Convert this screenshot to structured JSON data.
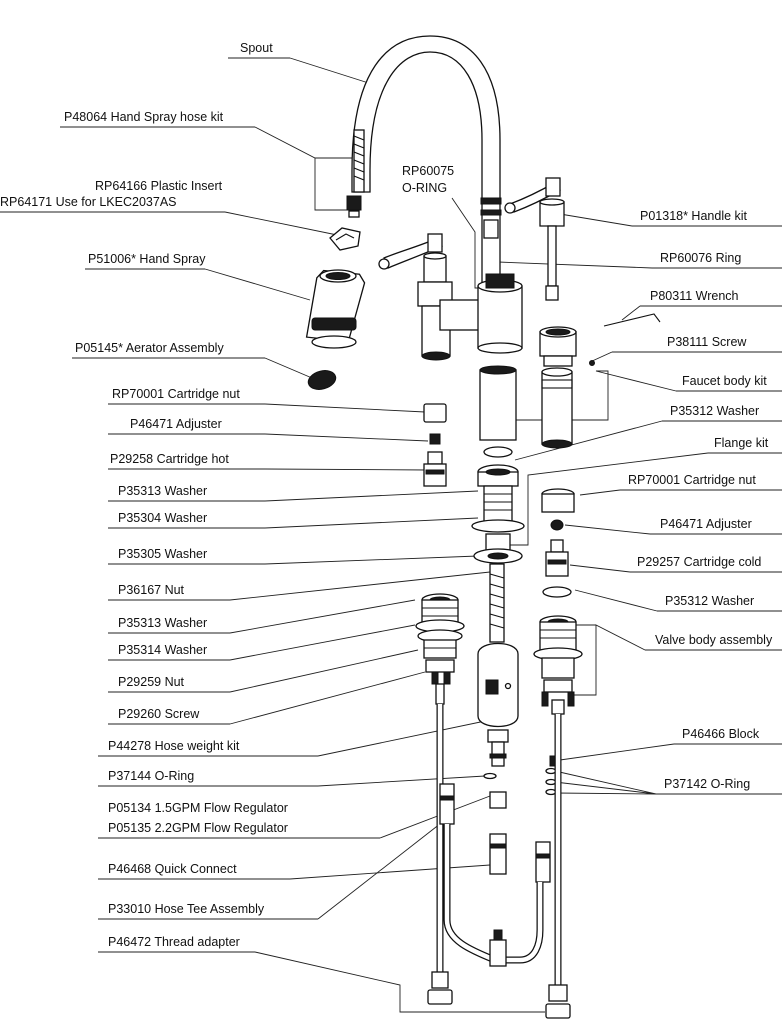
{
  "labels": {
    "spout": "Spout",
    "hand_spray_hose_kit": "P48064 Hand Spray hose kit",
    "plastic_insert_1": "RP64166 Plastic Insert",
    "plastic_insert_2": "RP64171 Use for LKEC2037AS",
    "hand_spray": "P51006*  Hand Spray",
    "aerator": "P05145* Aerator Assembly",
    "cartridge_nut_left": "RP70001 Cartridge nut",
    "adjuster_left": "P46471 Adjuster",
    "cartridge_hot": "P29258 Cartridge hot",
    "washer_35313_a": "P35313 Washer",
    "washer_35304": "P35304 Washer",
    "washer_35305": "P35305 Washer",
    "nut_36167": "P36167 Nut",
    "washer_35313_b": "P35313 Washer",
    "washer_35314": "P35314 Washer",
    "nut_29259": "P29259 Nut",
    "screw_29260": "P29260 Screw",
    "hose_weight": "P44278 Hose weight kit",
    "oring_37144": "P37144 O-Ring",
    "flow_reg_1": "P05134 1.5GPM Flow Regulator",
    "flow_reg_2": "P05135 2.2GPM Flow Regulator",
    "quick_connect": "P46468 Quick Connect",
    "hose_tee": "P33010 Hose Tee Assembly",
    "thread_adapter": "P46472 Thread adapter",
    "oring_60075_1": "RP60075",
    "oring_60075_2": "O-RING",
    "handle_kit": "P01318* Handle kit",
    "ring_60076": "RP60076 Ring",
    "wrench": "P80311 Wrench",
    "screw_38111": "P38111 Screw",
    "faucet_body": "Faucet body kit",
    "washer_35312_a": "P35312 Washer",
    "flange_kit": "Flange kit",
    "cartridge_nut_right": "RP70001 Cartridge nut",
    "adjuster_right": "P46471 Adjuster",
    "cartridge_cold": "P29257 Cartridge cold",
    "washer_35312_b": "P35312 Washer",
    "valve_body": "Valve body assembly",
    "block": "P46466 Block",
    "oring_37142": "P37142 O-Ring"
  }
}
